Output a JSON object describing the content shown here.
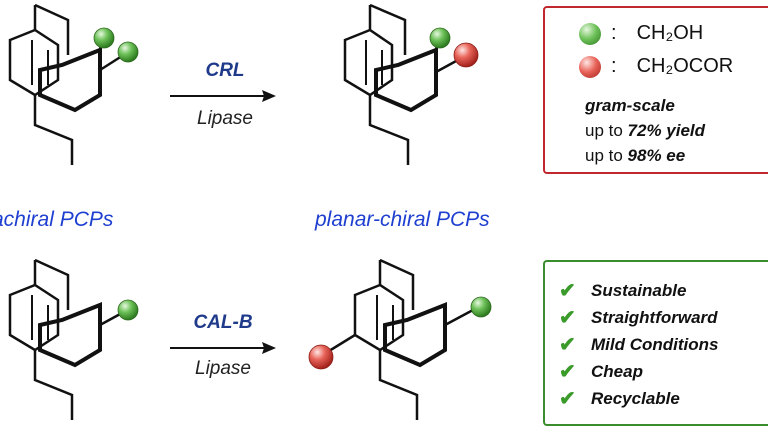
{
  "reactions": [
    {
      "catalyst": "CRL",
      "enzyme_type": "Lipase"
    },
    {
      "catalyst": "CAL-B",
      "enzyme_type": "Lipase"
    }
  ],
  "captions": {
    "left": "achiral PCPs",
    "right": "planar-chiral PCPs"
  },
  "legend": {
    "colon": ":",
    "green_formula": "CH₂OH",
    "red_formula": "CH₂OCOR"
  },
  "stats": {
    "line1": "gram-scale",
    "line2_prefix": "up to",
    "line2_value": "72% yield",
    "line3_prefix": "up to",
    "line3_value": "98% ee"
  },
  "benefits": [
    "Sustainable",
    "Straightforward",
    "Mild Conditions",
    "Cheap",
    "Recyclable"
  ],
  "colors": {
    "green_sphere": "#4caf3a",
    "red_sphere": "#d9443a",
    "catalyst_text": "#1f3a8a",
    "caption_text": "#1e3fd0",
    "red_border": "#c0282d",
    "green_border": "#3a8d2c",
    "check_color": "#3a9a2a"
  },
  "icons": {
    "check": "check-icon"
  }
}
